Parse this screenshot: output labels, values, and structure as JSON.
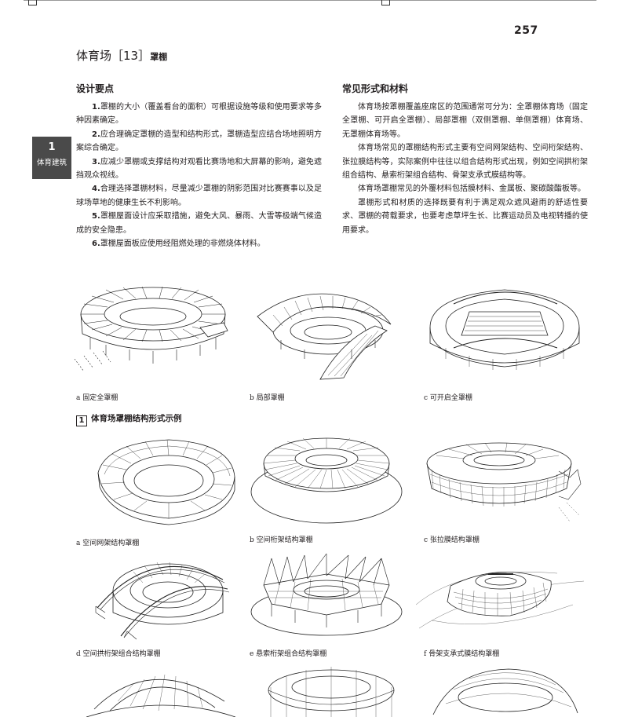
{
  "page": {
    "number": "257"
  },
  "chapter": {
    "title": "体育场［13］",
    "subtitle": "罩棚"
  },
  "side_tab": {
    "number": "1",
    "label": "体育建筑"
  },
  "design_points": {
    "heading": "设计要点",
    "items": [
      {
        "num": "1.",
        "text": "罩棚的大小（覆盖看台的面积）可根据设施等级和使用要求等多种因素确定。"
      },
      {
        "num": "2.",
        "text": "应合理确定罩棚的造型和结构形式，罩棚造型应结合场地照明方案综合确定。"
      },
      {
        "num": "3.",
        "text": "应减少罩棚或支撑结构对观看比赛场地和大屏幕的影响，避免遮挡观众视线。"
      },
      {
        "num": "4.",
        "text": "合理选择罩棚材料，尽量减少罩棚的阴影范围对比赛赛事以及足球场草地的健康生长不利影响。"
      },
      {
        "num": "5.",
        "text": "罩棚屋面设计应采取措施，避免大风、暴雨、大雪等极端气候造成的安全隐患。"
      },
      {
        "num": "6.",
        "text": "罩棚屋面板应使用经阻燃处理的非燃烧体材料。"
      }
    ]
  },
  "common_forms": {
    "heading": "常见形式和材料",
    "paragraphs": [
      "体育场按罩棚覆盖座席区的范围通常可分为：全罩棚体育场（固定全罩棚、可开启全罩棚）、局部罩棚（双侧罩棚、单侧罩棚）体育场、无罩棚体育场等。",
      "体育场常见的罩棚结构形式主要有空间网架结构、空间桁架结构、张拉膜结构等，实际案例中往往以组合结构形式出现，例如空间拱桁架组合结构、悬索桁架组合结构、骨架支承式膜结构等。",
      "体育场罩棚常见的外覆材料包括膜材料、金属板、聚碳酸酯板等。",
      "罩棚形式和材质的选择既要有利于满足观众遮风避雨的舒适性要求、罩棚的荷载要求，也要考虑草坪生长、比赛运动员及电视转播的使用要求。"
    ]
  },
  "figure_row_1": {
    "captions": [
      "a 固定全罩棚",
      "b 局部罩棚",
      "c 可开启全罩棚"
    ]
  },
  "figure_1": {
    "number": "1",
    "title": "体育场罩棚结构形式示例",
    "captions": [
      "a 空间网架结构罩棚",
      "b 空间桁架结构罩棚",
      "c 张拉膜结构罩棚",
      "d 空间拱桁架组合结构罩棚",
      "e 悬索桁架组合结构罩棚",
      "f 骨架支承式膜结构罩棚"
    ]
  }
}
